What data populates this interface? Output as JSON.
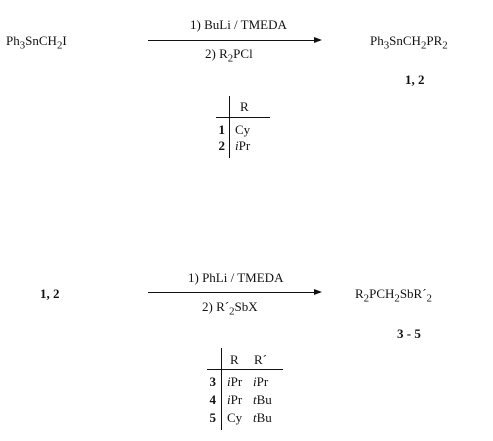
{
  "reaction1": {
    "reactant": {
      "pre": "Ph",
      "s1": "3",
      "mid": "SnCH",
      "s2": "2",
      "post": "I"
    },
    "step1": "1) BuLi / TMEDA",
    "step2": {
      "pre": "2) R",
      "s": "2",
      "post": "PCl"
    },
    "product": {
      "a": "Ph",
      "s1": "3",
      "b": "SnCH",
      "s2": "2",
      "c": "PR",
      "s3": "2"
    },
    "product_label": "1, 2",
    "table": {
      "header": "R",
      "rows": [
        {
          "num": "1",
          "r_prefix": "",
          "r_main": "Cy"
        },
        {
          "num": "2",
          "r_prefix": "i",
          "r_main": "Pr"
        }
      ]
    }
  },
  "reaction2": {
    "reactant_label": "1, 2",
    "step1": "1) PhLi / TMEDA",
    "step2": {
      "pre": "2) R´",
      "s": "2",
      "post": "SbX"
    },
    "product": {
      "a": "R",
      "s1": "2",
      "b": "PCH",
      "s2": "2",
      "c": "SbR´",
      "s3": "2"
    },
    "product_label": "3 - 5",
    "table": {
      "headers": [
        "R",
        "R´"
      ],
      "rows": [
        {
          "num": "3",
          "r_prefix": "i",
          "r_main": "Pr",
          "r2_prefix": "i",
          "r2_main": "Pr"
        },
        {
          "num": "4",
          "r_prefix": "i",
          "r_main": "Pr",
          "r2_prefix": "t",
          "r2_main": "Bu"
        },
        {
          "num": "5",
          "r_prefix": "",
          "r_main": "Cy",
          "r2_prefix": "t",
          "r2_main": "Bu"
        }
      ]
    }
  }
}
